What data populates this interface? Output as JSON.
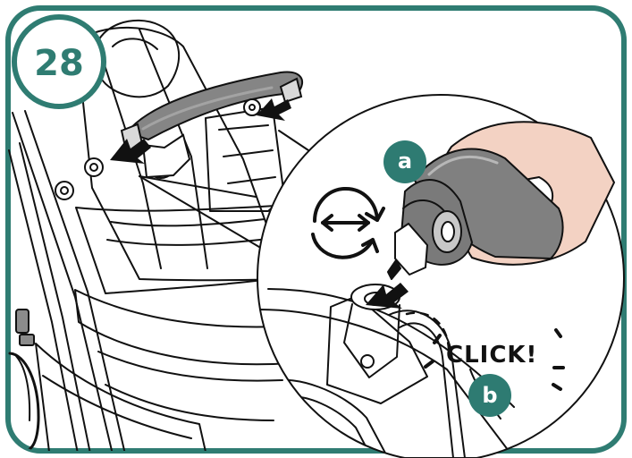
{
  "step": {
    "number": "28"
  },
  "callouts": {
    "a": "a",
    "b": "b"
  },
  "sound": {
    "text": "CLICK!"
  },
  "icons": {
    "step_badge": "step-number-badge",
    "bidirectional_rotate": "bidirectional-rotate-icon",
    "arrow": "insert-arrow-icon"
  },
  "colors": {
    "frame": "#2f7c72",
    "badge": "#2e7b72",
    "handle_gray": "#858585",
    "skin": "#f3d2c3",
    "line": "#111111"
  }
}
